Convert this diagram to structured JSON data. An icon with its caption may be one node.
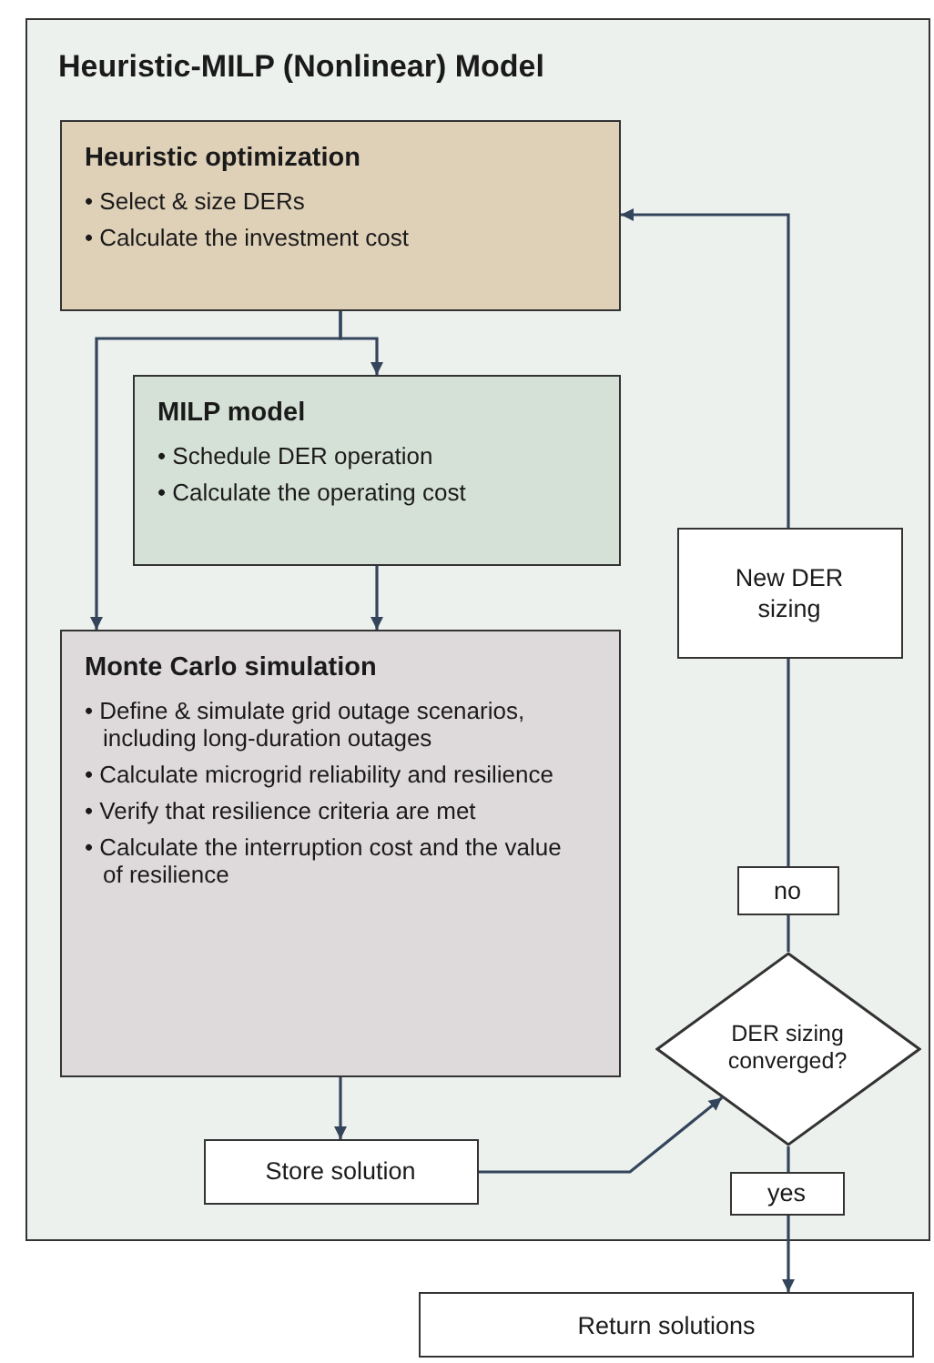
{
  "diagram": {
    "nodes": [
      {
        "text": [
          "Heuristic-MILP (Nonlinear) Model"
        ]
      },
      {
        "text": [
          "Heuristic optimization",
          "• Select & size DERs",
          "• Calculate the investment cost"
        ],
        "in": 0
      },
      {
        "text": [
          "MILP model",
          "• Schedule DER operation",
          "• Calculate the operating cost"
        ],
        "in": 0
      },
      {
        "text": [
          "Monte Carlo simulation",
          "• Define & simulate grid outage scenarios, including long-duration outages",
          "• Calculate microgrid reliability and resilience",
          "• Verify that resilience criteria are met",
          "• Calculate the interruption cost and the value of resilience"
        ],
        "in": 0
      },
      {
        "text": [
          "New DER sizing"
        ],
        "in": 0
      },
      {
        "text": [
          "no"
        ],
        "in": 0
      },
      {
        "text": [
          "DER sizing converged?"
        ],
        "in": 0
      },
      {
        "text": [
          "Store solution"
        ],
        "in": 0
      },
      {
        "text": [
          "yes"
        ],
        "in": 0
      },
      {
        "text": [
          "Return solutions"
        ]
      }
    ],
    "edges": [
      {
        "from": 1,
        "to": 2,
        "arrow": "to"
      },
      {
        "from": 1,
        "to": 3,
        "arrow": "to"
      },
      {
        "from": 2,
        "to": 3,
        "arrow": "to"
      },
      {
        "from": 3,
        "to": 7,
        "arrow": "to"
      },
      {
        "from": 7,
        "to": 6,
        "arrow": "to"
      },
      {
        "from": 6,
        "to": 5,
        "arrow": "none"
      },
      {
        "from": 5,
        "to": 4,
        "arrow": "none"
      },
      {
        "from": 4,
        "to": 1,
        "arrow": "to"
      },
      {
        "from": 6,
        "to": 8,
        "arrow": "none"
      },
      {
        "from": 8,
        "to": 9,
        "arrow": "to"
      }
    ]
  }
}
